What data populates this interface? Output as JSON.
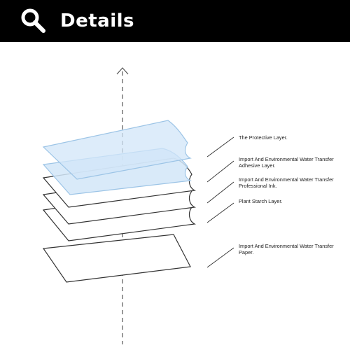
{
  "header": {
    "title": "Details",
    "icon": "search-icon",
    "background": "#000000",
    "title_color": "#ffffff"
  },
  "diagram": {
    "layer_colors": {
      "blue_fill": "#d2e6f8",
      "blue_stroke": "#9cc4e6",
      "outline_stroke": "#333333"
    },
    "labels": [
      "The Protective Layer.",
      "Import And Environmental Water Transfer Adhesive Layer.",
      "Import And Environmental Water Transfer Professional Ink.",
      "Plant Starch Layer.",
      "Import And Environmental Water Transfer Paper."
    ]
  }
}
